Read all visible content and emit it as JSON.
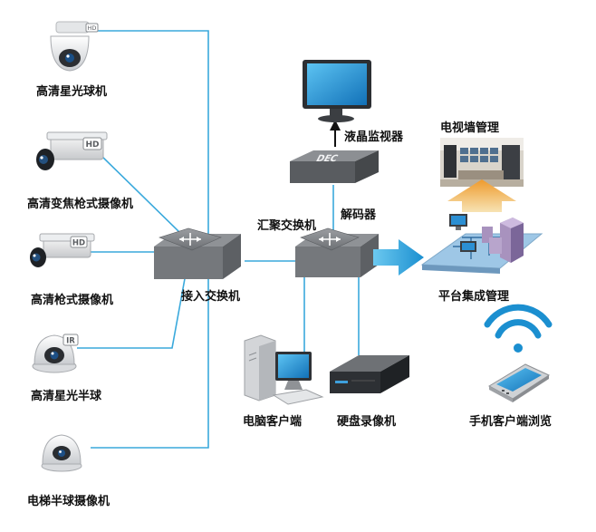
{
  "devices": {
    "cam_starlight_dome": "高清星光球机",
    "cam_varifocal_bullet": "高清变焦枪式摄像机",
    "cam_bullet": "高清枪式摄像机",
    "cam_starlight_half_dome": "高清星光半球",
    "cam_elevator_dome": "电梯半球摄像机",
    "access_switch": "接入交换机",
    "aggregation_switch": "汇聚交换机",
    "decoder": "解码器",
    "lcd_monitor": "液晶监视器",
    "video_wall_mgmt": "电视墙管理",
    "platform_mgmt": "平台集成管理",
    "pc_client": "电脑客户端",
    "dvr": "硬盘录像机",
    "mobile_client": "手机客户端浏览"
  },
  "badges": {
    "hd": "HD",
    "ir": "IR",
    "decoder_front": "DEC"
  },
  "colors": {
    "link": "#3aa9dc",
    "arrow_blue": "#1e9ad6",
    "arrow_orange": "#f2a23a",
    "device_gray": "#6c6f73",
    "screen_blue": "#1c8fd6"
  }
}
